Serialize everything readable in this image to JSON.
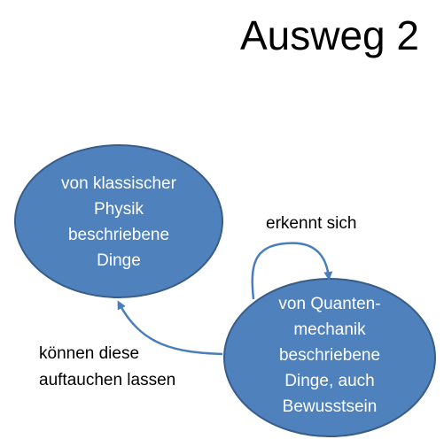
{
  "slide": {
    "title": "Ausweg 2"
  },
  "colors": {
    "node_fill": "#4f81bd",
    "node_border": "#385d8a",
    "arrow": "#4a7ebb",
    "node_text": "#ffffff",
    "label_text": "#000000"
  },
  "nodes": {
    "classical": {
      "lines": [
        "von klassischer",
        "Physik",
        "beschriebene",
        "Dinge"
      ]
    },
    "quantum": {
      "lines": [
        "von Quanten-",
        "mechanik",
        "beschriebene",
        "Dinge, auch",
        "Bewusstsein"
      ]
    }
  },
  "edges": {
    "self_loop": {
      "label": "erkennt sich"
    },
    "quantum_to_classical": {
      "label_lines": [
        "können diese",
        "auftauchen lassen"
      ]
    }
  }
}
